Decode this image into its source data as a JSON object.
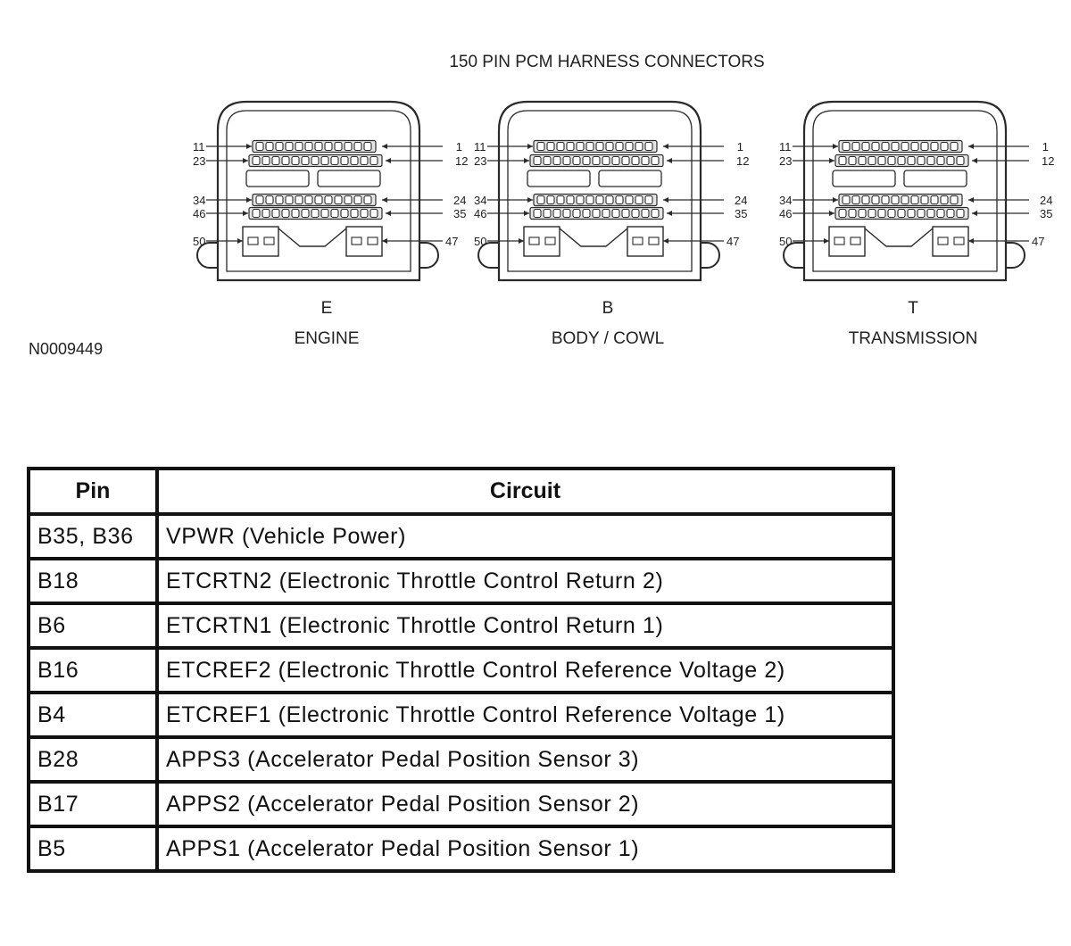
{
  "diagram": {
    "title": "150 PIN PCM HARNESS CONNECTORS",
    "figure_id": "N0009449",
    "colors": {
      "line": "#2a2a2a",
      "text": "#222222",
      "table_border": "#111111"
    },
    "connectors": [
      {
        "letter": "E",
        "name": "ENGINE",
        "pins": {
          "row1_left": "11",
          "row1_right": "1",
          "row2_left": "23",
          "row2_right": "12",
          "row3_left": "34",
          "row3_right": "24",
          "row4_left": "46",
          "row4_right": "35",
          "bottom_left": "50",
          "bottom_right": "47"
        }
      },
      {
        "letter": "B",
        "name": "BODY / COWL",
        "pins": {
          "row1_left": "11",
          "row1_right": "1",
          "row2_left": "23",
          "row2_right": "12",
          "row3_left": "34",
          "row3_right": "24",
          "row4_left": "46",
          "row4_right": "35",
          "bottom_left": "50",
          "bottom_right": "47"
        }
      },
      {
        "letter": "T",
        "name": "TRANSMISSION",
        "pins": {
          "row1_left": "11",
          "row1_right": "1",
          "row2_left": "23",
          "row2_right": "12",
          "row3_left": "34",
          "row3_right": "24",
          "row4_left": "46",
          "row4_right": "35",
          "bottom_left": "50",
          "bottom_right": "47"
        }
      }
    ]
  },
  "table": {
    "headers": {
      "pin": "Pin",
      "circuit": "Circuit"
    },
    "rows": [
      {
        "pin": "B35, B36",
        "circuit": "VPWR (Vehicle Power)"
      },
      {
        "pin": "B18",
        "circuit": "ETCRTN2 (Electronic Throttle Control Return 2)"
      },
      {
        "pin": "B6",
        "circuit": "ETCRTN1 (Electronic Throttle Control Return 1)"
      },
      {
        "pin": "B16",
        "circuit": "ETCREF2 (Electronic Throttle Control Reference Voltage 2)"
      },
      {
        "pin": "B4",
        "circuit": "ETCREF1 (Electronic Throttle Control Reference Voltage 1)"
      },
      {
        "pin": "B28",
        "circuit": "APPS3 (Accelerator Pedal Position Sensor 3)"
      },
      {
        "pin": "B17",
        "circuit": "APPS2 (Accelerator Pedal Position Sensor 2)"
      },
      {
        "pin": "B5",
        "circuit": "APPS1 (Accelerator Pedal Position Sensor 1)"
      }
    ]
  }
}
